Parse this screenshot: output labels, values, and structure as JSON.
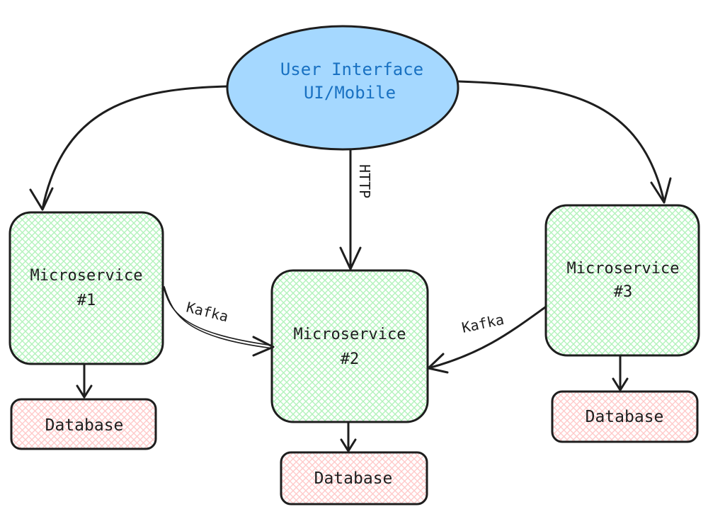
{
  "user_interface": {
    "line1": "User Interface",
    "line2": "UI/Mobile",
    "fill_color": "#a5d8ff",
    "stroke_color": "#1e1e1e",
    "text_color": "#1971c2"
  },
  "edges": {
    "http_label": "HTTP",
    "kafka_label_1": "Kafka",
    "kafka_label_2": "Kafka"
  },
  "microservices": [
    {
      "line1": "Microservice",
      "line2": "#1"
    },
    {
      "line1": "Microservice",
      "line2": "#2"
    },
    {
      "line1": "Microservice",
      "line2": "#3"
    }
  ],
  "databases": [
    {
      "label": "Database"
    },
    {
      "label": "Database"
    },
    {
      "label": "Database"
    }
  ],
  "colors": {
    "microservice_hatch": "#b2f2bb",
    "database_hatch": "#ffc9c9",
    "stroke": "#1e1e1e"
  }
}
